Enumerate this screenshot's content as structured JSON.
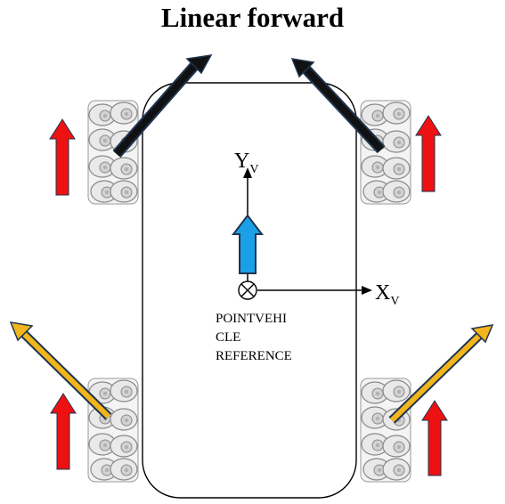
{
  "title": "Linear forward",
  "axes": {
    "y_main": "Y",
    "y_sub": "V",
    "x_main": "X",
    "x_sub": "V"
  },
  "reference_label": {
    "line1": "POINTVEHI",
    "line2": "CLE",
    "line3": "REFERENCE"
  },
  "colors": {
    "wheel_motion_arrow": "#ee1111",
    "front_roller_force": "#111111",
    "rear_roller_force": "#f2b51c",
    "vehicle_motion_arrow": "#1aa0e6",
    "arrow_outline": "#1f3550",
    "body_outline": "#000000"
  },
  "icons": {
    "reference_point": "circle-cross-icon",
    "wheels": "mecanum-wheel-icon"
  }
}
